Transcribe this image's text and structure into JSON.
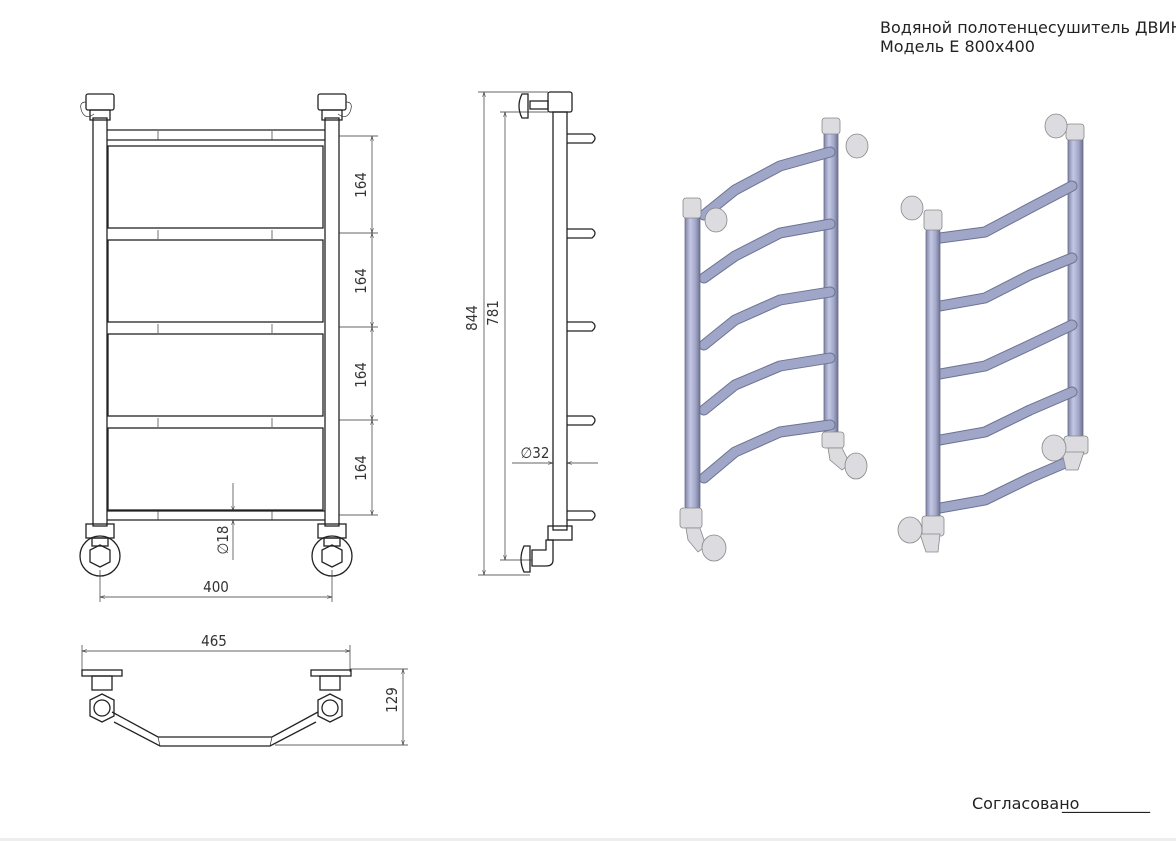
{
  "title": {
    "line1": "Водяной полотенцесушитель ДВИН",
    "line2": "Модель Е 800x400"
  },
  "dimensions": {
    "front_spacing": [
      "164",
      "164",
      "164",
      "164"
    ],
    "front_diameter": "∅18",
    "front_width": "400",
    "side_height_total": "844",
    "side_height_inner": "781",
    "side_pipe_diameter": "∅32",
    "top_width": "465",
    "top_depth": "129"
  },
  "footer": {
    "approved_label": "Согласовано",
    "approved_line": "___________"
  },
  "colors": {
    "line": "#222222",
    "pipe_fill": "#a9aed0",
    "pipe_edge": "#6a6e86",
    "fitting": "#dcdce0"
  }
}
